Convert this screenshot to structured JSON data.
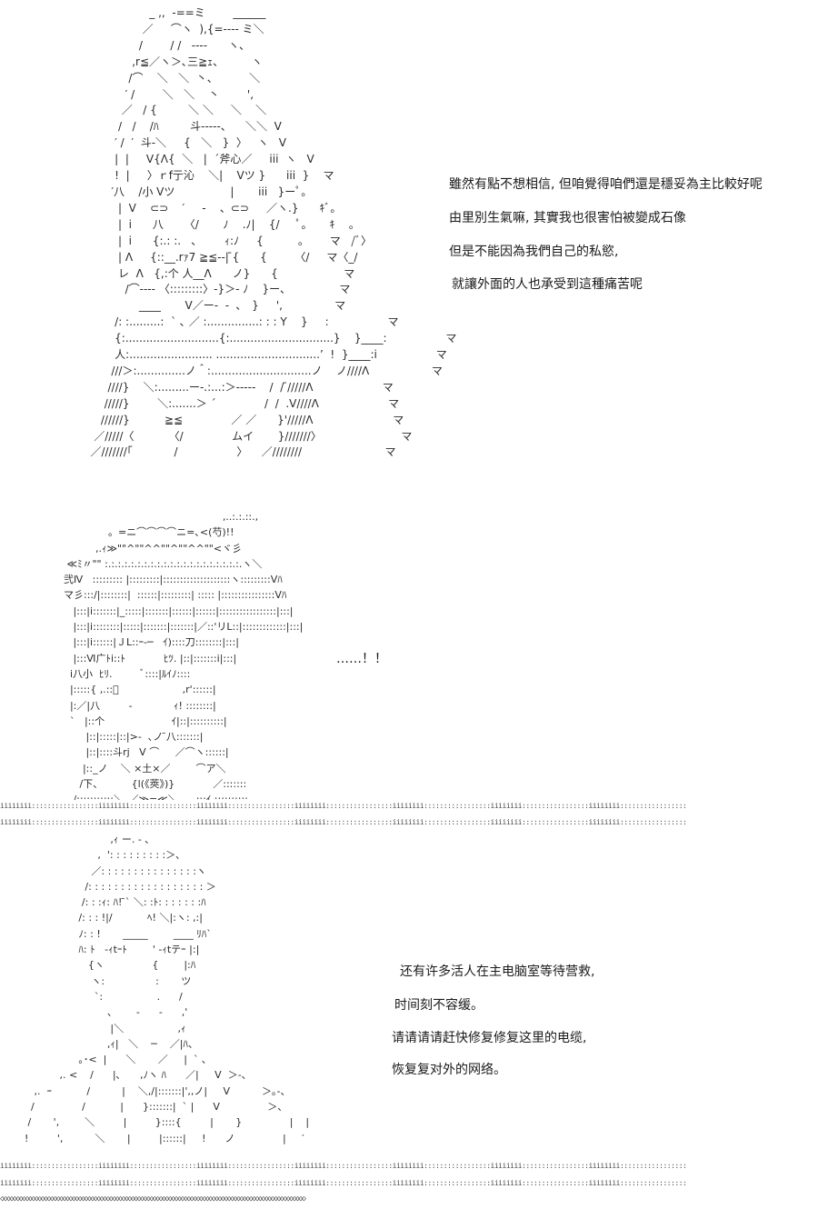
{
  "panel1": {
    "art": [
      "                    _ ,,  -==ミ        ______",
      "                  ／     ⌒ヽ  ),{=---- ミ＼",
      "                 /        / /   ----      ヽ、",
      "               ,r≦／ヽ＞､三≧ｪ、        ヽ",
      "              /⌒    ＼   ＼  丶、         ＼",
      "             ′ /        ＼   ＼    丶        ',",
      "            ／   / {         ＼ ＼     ＼    ＼",
      "           /   /    /ﾊ         斗-----、    ＼＼  V",
      "          ′ /  ′  斗-＼     {   ＼   }  〉   ヽ   V",
      "          |  |     V{Λ{  ＼   |  ´斧心／     iii  ヽ   V",
      "          !  |     〉ｒf亍沁    ＼|    Vツ }      iii  }    マ",
      "         ′八    /小 Vツ                |       iii   }ーﾟ。",
      "           |  V    ⊂⊃    ′     -    、⊂⊃     ／ヽ.}      ｷﾞ。",
      "           |  i      八      〈/       ﾉ    .ﾉ|    {/     ﾟ。     ｷ    。",
      "           |  i      {:.: :.   ､        ｨ:ﾉ     {          。      マ   /ﾞ〉",
      "           | Λ     {::__.rｧ7 ≧≦--| ̄{      {        〈/     マ〈_/",
      "           レ  Λ   {,:个 人__Λ      ノ}      {                   マ",
      "             /⌒---- 〈:::::::::〉-}＞- ﾉ    }ー、              マ",
      "                 ____       V／ー-  -  ､   }     ',               マ",
      "          /: :.........:  ` ､ ／ :...............: : : Y    }     :                 マ",
      "          {:...........................{:..............................}    }____:                 マ",
      "          人:........................ ..............................’  !  }____:i                 マ",
      "         ///＞:..............ノ＾:.............................ノ    ノ////Λ                  マ",
      "        ////}    ＼:.........ー-.:...:＞-----    /  / ̄/////Λ                    マ",
      "       /////}        ＼:.......＞ ´              /  /  .V////Λ                    マ",
      "      //////}          ≧≦              ／ ／      }'/////Λ                       マ",
      "    ／/////〈          〈/              ムイ       }///////〉                       マ",
      "   ／///////｢            /                 〉    ／////////                        マ"
    ],
    "dialog": [
      "雖然有點不想相信, 但咱覺得咱們還是穩妥為主比較好呢",
      "由里別生氣嘛, 其實我也很害怕被變成石像",
      "但是不能因為我們自己的私慾,",
      "就讓外面的人也承受到這種痛苦呢"
    ]
  },
  "panel2": {
    "art": [
      "                                                      ,..:.:.::.,",
      "                  。=ニ⌒⌒⌒⌒ニ=､<(芍)!!",
      "              ,.ｨ≫\"\"^\"\"^^\"\"^\"\"^^\"\"<ヾ彡",
      "     ≪ﾐ〃\"\" :.:.:.:.:.:.:.:.:.:.:.:.:.:.:.:.:.:.:.:.:.ヽ＼",
      "    弐Ⅳ   ::::::::: |:::::::::|::::::::::::::::::::ヽ:::::::::Vﾊ",
      "    マ彡:::/|::::::::|  ::::::|:::::::::| ::::: |::::::::::::::::Vﾊ",
      "       |:::|i:::::::|_:::::|:::::::|::::::|::::::|:::::::::::::::::|:::|",
      "       |:::|i::::::::|:::::|:::::::|:::::::|／::'リL::|:::::::::::::|:::|",
      "       |:::|i::::::|ＪL::ｰ‐─   ｲ)::::刀::::::::|:::|",
      "       |:::Ⅵ广ﾄi::ﾄ            ﾋﾂ. |::|:::::::i|:::|",
      "      i八小  ﾋﾘ.         ﾞ::::|ﾙｲﾉ::::",
      "      |:::::{ ,.::ﾞ                    ,r'::::::|",
      "      |:／|八         -             ｨ! ::::::::|",
      "      `   |::个                     ｲ|::|::::::::::|",
      "           |::|:::::|::|>-  ､ノ ̄八:::::::|",
      "           |::|::::斗rj   V ⌒     ／⌒ヽ::::::|",
      "          |::_ノ    ＼ ×土×／        ⌒ア＼",
      "         /下、         {l(《莢》)}            ／:::::::",
      "       /:::::::::::＼_／≫=≪＼___.:::ｲ.::::::::::"
    ],
    "dialog": "……！！"
  },
  "panel3": {
    "art": [
      "                             ,ｨ ー. - ､",
      "                         ,  ': : : : : : : : :＞､",
      "                       ／: : : : : : : : : : : : : : :ヽ",
      "                     /: : : : : : : : : : : : : : : : : : ＞",
      "                    /: : :ｨ: ﾊ! ̄` ＼: :ﾄ: : : : : : :ﾊ",
      "                   /: : : !|/           ﾍ! ＼|:ヽ: ,:|",
      "                   ﾉ: : !       _____        ____ ﾘﾊ`",
      "                   ﾊ: ﾄ   -ｨtｰﾄ        ' -ｨtテｰ |:|",
      "                      {ヽ               {        |:ﾊ",
      "                       ヽ:                :       ツ",
      "                        `:                 .      /",
      "                            、      -      -      ,'",
      "                             |＼                 ,ｨ",
      "                            ,ｨ|   ＼    ─    ／|ﾊ、",
      "                   ｡･<  |      ＼       ／     |  ` ､",
      "             ,. <    /      |､      ,ﾉヽ ﾊ      ／|     V  ＞-、",
      "     ,.  ｰ           /          |    ＼,/|:::::::|',,ノ|     V          ＞｡-、",
      "    /               /           |      }:::::::|  ` |      V               ＞、",
      "   /       ',        ＼         |         }::::{         |       }               |    |",
      "  !         ',          ＼       |         |::::::|     !      ノ               |     ′"
    ],
    "dialog": [
      "还有许多活人在主电脑室等待营救,",
      "时间刻不容缓。",
      "请请请请赶快修复修复这里的电缆,",
      "恢复复对外的网络。"
    ]
  },
  "separators": {
    "pattern": "iiiiiiii:::::::::::::::::iiiiiiii:::::::::::::::::iiiiiiii:::::::::::::::::iiiiiiii:::::::::::::::::iiiiiiii:::::::::::::::::iiiiiiii:::::::::::::::::iiiiiiii:::::::::::::::::iiiiiiii:::::::::::::::::iiiiiiii:::::::::::::::::iiiiiiii:::::::::::::::::iiiiiiii:::::::::::::::::iiiiiiii:::::::::::::::::iiiiiiii",
    "bottom_pattern": "◇◇◇◇◇◇◇◇◇◇◇◇◇◇◇◇◇◇◇◇◇◇◇◇◇◇◇◇◇◇◇◇◇◇◇◇◇◇◇◇◇◇◇◇◇◇◇◇◇◇◇◇◇◇◇◇◇◇◇◇◇◇◇◇◇◇◇◇◇◇◇◇◇◇◇◇◇◇◇◇◇◇◇◇◇◇◇◇◇◇◇◇◇◇◇◇◇◇"
  }
}
